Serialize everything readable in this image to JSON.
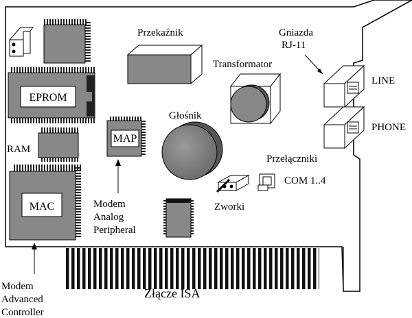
{
  "labels": {
    "relay": "Przekaźnik",
    "jacks_line1": "Gniazda",
    "jacks_line2": "RJ-11",
    "transformer": "Transformator",
    "line": "LINE",
    "phone": "PHONE",
    "speaker": "Głośnik",
    "eprom": "EPROM",
    "map": "MAP",
    "ram": "RAM",
    "mac": "MAC",
    "switches": "Przełączniki",
    "com": "COM 1..4",
    "map_caption_1": "Modem",
    "map_caption_2": "Analog",
    "map_caption_3": "Peripheral",
    "jumpers": "Zworki",
    "isa": "Złącze ISA",
    "mac_caption_1": "Modem",
    "mac_caption_2": "Advanced",
    "mac_caption_3": "Controller"
  },
  "colors": {
    "chip_fill": "#888888",
    "board_outline": "#000000",
    "pin_dark": "#222222",
    "background": "#ffffff"
  }
}
